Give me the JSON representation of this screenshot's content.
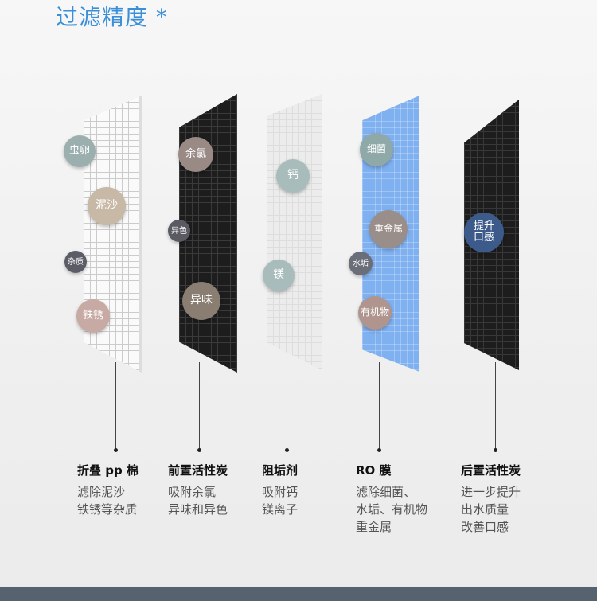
{
  "title": "过滤精度 *",
  "stages": [
    {
      "name": "折叠 pp 棉",
      "desc": [
        "滤除泥沙",
        "铁锈等杂质"
      ]
    },
    {
      "name": "前置活性炭",
      "desc": [
        "吸附余氯",
        "异味和异色"
      ]
    },
    {
      "name": "阻垢剂",
      "desc": [
        "吸附钙",
        "镁离子"
      ]
    },
    {
      "name": "RO 膜",
      "desc": [
        "滤除细菌、",
        "水垢、有机物",
        "重金属"
      ]
    },
    {
      "name": "后置活性炭",
      "desc": [
        "进一步提升",
        "出水质量",
        "改善口感"
      ]
    }
  ],
  "bubbles": [
    "虫卵",
    "泥沙",
    "杂质",
    "铁锈",
    "余氯",
    "异色",
    "异味",
    "钙",
    "镁",
    "细菌",
    "重金属",
    "水垢",
    "有机物",
    "提升口感"
  ],
  "colors": {
    "accent": "#3a8fd8",
    "footer": "#56626e"
  }
}
